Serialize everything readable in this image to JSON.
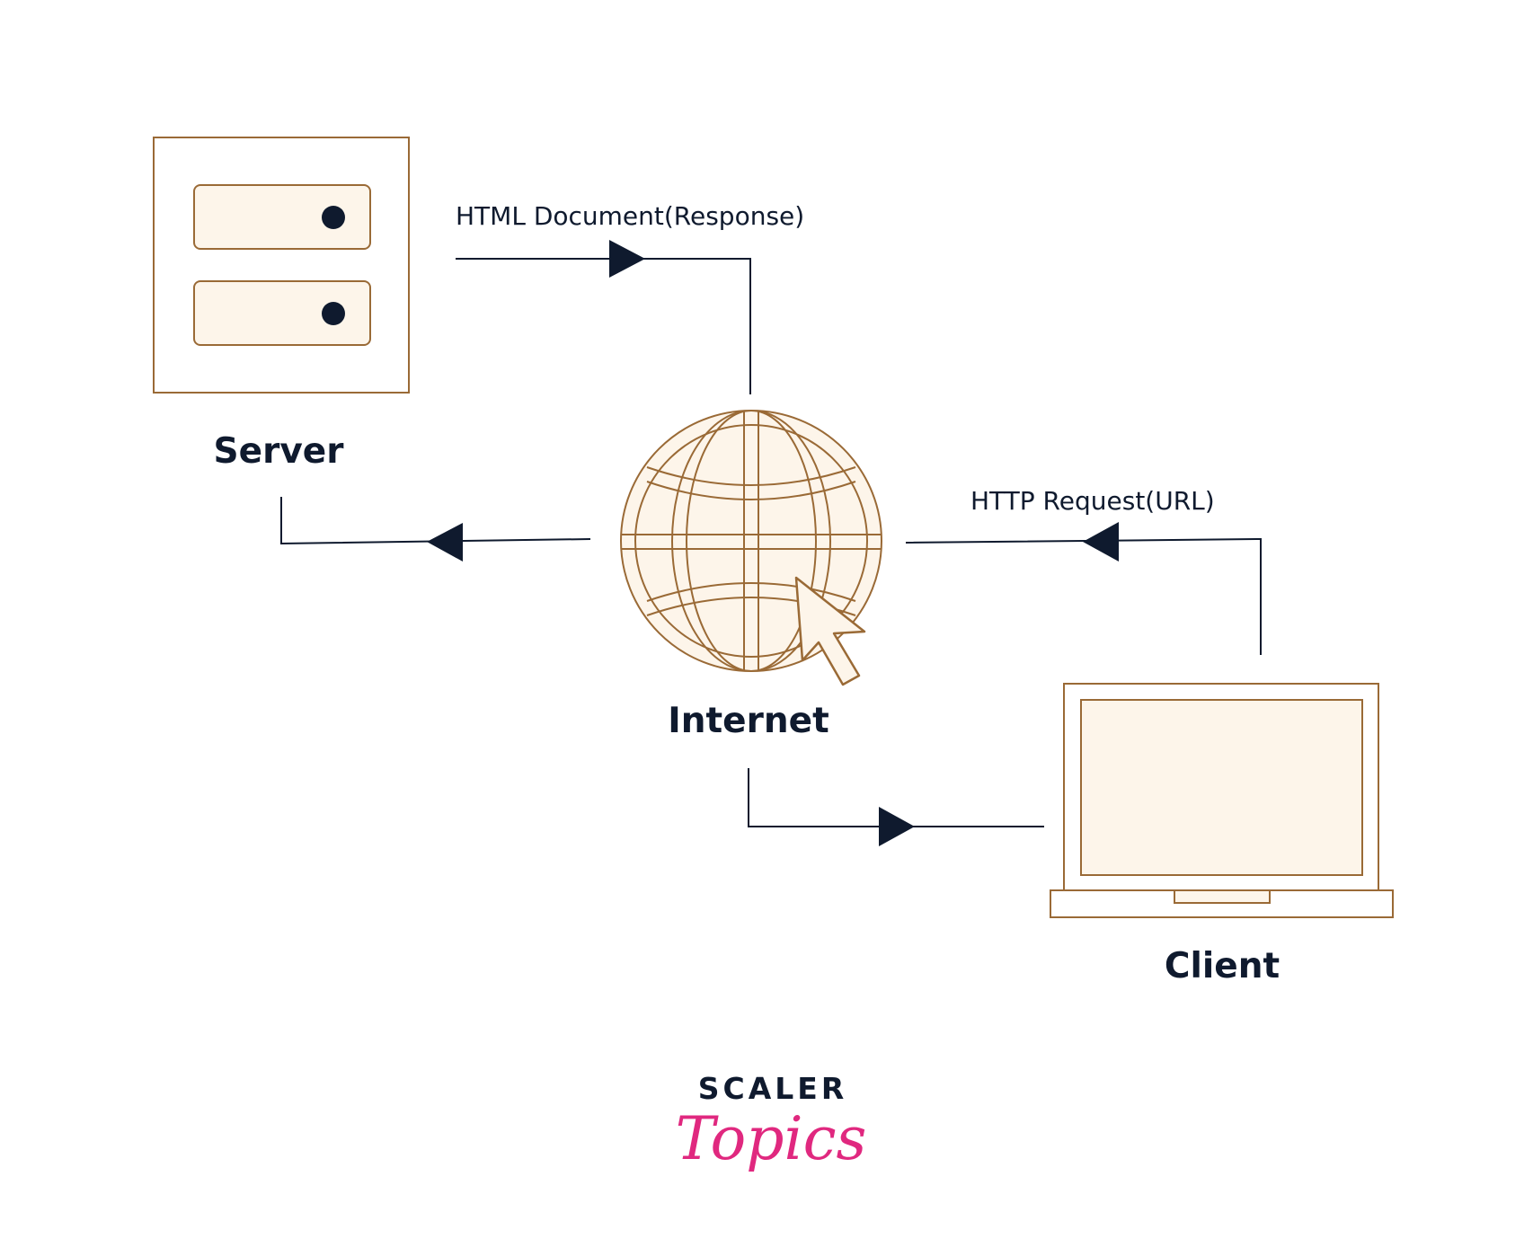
{
  "nodes": {
    "server": {
      "label": "Server"
    },
    "internet": {
      "label": "Internet"
    },
    "client": {
      "label": "Client"
    }
  },
  "edges": {
    "response": {
      "label": "HTML Document(Response)"
    },
    "request": {
      "label": "HTTP Request(URL)"
    }
  },
  "logo": {
    "top": "SCALER",
    "bottom": "Topics"
  },
  "colors": {
    "outline": "#9a6a36",
    "fill": "#fdf5ea",
    "line": "#0f1a2e",
    "brand_pink": "#e0287f"
  }
}
